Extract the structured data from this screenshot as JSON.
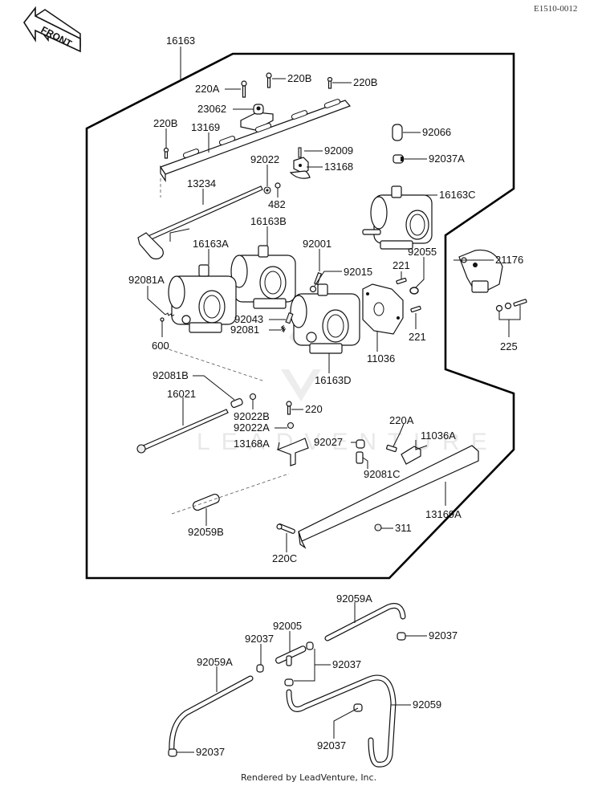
{
  "diagram": {
    "code": "E1510-0012",
    "front_label": "FRONT",
    "watermark": "LEADVENTURE",
    "footer": "Rendered by LeadVenture, Inc.",
    "assembly_label": "16163",
    "parts": [
      {
        "id": "p0",
        "label": "220A"
      },
      {
        "id": "p1",
        "label": "220B"
      },
      {
        "id": "p2",
        "label": "220B"
      },
      {
        "id": "p3",
        "label": "23062"
      },
      {
        "id": "p4",
        "label": "220B"
      },
      {
        "id": "p5",
        "label": "13169"
      },
      {
        "id": "p6",
        "label": "92009"
      },
      {
        "id": "p7",
        "label": "92022"
      },
      {
        "id": "p8",
        "label": "13168"
      },
      {
        "id": "p9",
        "label": "13234"
      },
      {
        "id": "p10",
        "label": "482"
      },
      {
        "id": "p11",
        "label": "92066"
      },
      {
        "id": "p12",
        "label": "92037A"
      },
      {
        "id": "p13",
        "label": "16163C"
      },
      {
        "id": "p14",
        "label": "16163B"
      },
      {
        "id": "p15",
        "label": "16163A"
      },
      {
        "id": "p16",
        "label": "92001"
      },
      {
        "id": "p17",
        "label": "92055"
      },
      {
        "id": "p18",
        "label": "21176"
      },
      {
        "id": "p19",
        "label": "92081A"
      },
      {
        "id": "p20",
        "label": "92015"
      },
      {
        "id": "p21",
        "label": "221"
      },
      {
        "id": "p22",
        "label": "92043"
      },
      {
        "id": "p23",
        "label": "92081"
      },
      {
        "id": "p24",
        "label": "221"
      },
      {
        "id": "p25",
        "label": "225"
      },
      {
        "id": "p26",
        "label": "600"
      },
      {
        "id": "p27",
        "label": "11036"
      },
      {
        "id": "p28",
        "label": "16163D"
      },
      {
        "id": "p29",
        "label": "92081B"
      },
      {
        "id": "p30",
        "label": "16021"
      },
      {
        "id": "p31",
        "label": "220"
      },
      {
        "id": "p32",
        "label": "92022B"
      },
      {
        "id": "p33",
        "label": "92022A"
      },
      {
        "id": "p34",
        "label": "220A"
      },
      {
        "id": "p35",
        "label": "11036A"
      },
      {
        "id": "p36",
        "label": "13168A"
      },
      {
        "id": "p37",
        "label": "92027"
      },
      {
        "id": "p38",
        "label": "92081C"
      },
      {
        "id": "p39",
        "label": "13169A"
      },
      {
        "id": "p40",
        "label": "92059B"
      },
      {
        "id": "p41",
        "label": "311"
      },
      {
        "id": "p42",
        "label": "220C"
      },
      {
        "id": "p43",
        "label": "92059A"
      },
      {
        "id": "p44",
        "label": "92005"
      },
      {
        "id": "p45",
        "label": "92037"
      },
      {
        "id": "p46",
        "label": "92037"
      },
      {
        "id": "p47",
        "label": "92059A"
      },
      {
        "id": "p48",
        "label": "92037"
      },
      {
        "id": "p49",
        "label": "92059"
      },
      {
        "id": "p50",
        "label": "92037"
      },
      {
        "id": "p51",
        "label": "92037"
      }
    ]
  }
}
